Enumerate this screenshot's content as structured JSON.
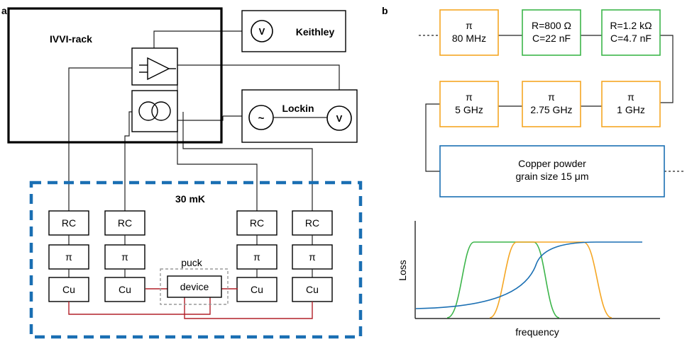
{
  "panel_a": {
    "label": "a",
    "rack_label": "IVVI-rack",
    "keithley": {
      "symbol": "V",
      "label": "Keithley"
    },
    "lockin": {
      "source_symbol": "~",
      "label": "Lockin",
      "meter_symbol": "V"
    },
    "temperature_label": "30 mK",
    "filter_stages": [
      "RC",
      "π",
      "Cu"
    ],
    "puck_label": "puck",
    "device_label": "device",
    "colors": {
      "cold_stage": "#1a6fb3",
      "sample_wiring": "#b22028",
      "puck": "#999999"
    }
  },
  "panel_b": {
    "label": "b",
    "row1": [
      {
        "line1": "π",
        "line2": "80 MHz",
        "color": "#f5a623"
      },
      {
        "line1": "R=800 Ω",
        "line2": "C=22 nF",
        "color": "#3cb54a"
      },
      {
        "line1": "R=1.2 kΩ",
        "line2": "C=4.7 nF",
        "color": "#3cb54a"
      }
    ],
    "row2": [
      {
        "line1": "π",
        "line2": "5 GHz",
        "color": "#f5a623"
      },
      {
        "line1": "π",
        "line2": "2.75 GHz",
        "color": "#f5a623"
      },
      {
        "line1": "π",
        "line2": "1 GHz",
        "color": "#f5a623"
      }
    ],
    "copper": {
      "line1": "Copper powder",
      "line2": "grain size 15 μm",
      "color": "#1a6fb3"
    },
    "plot": {
      "ylabel": "Loss",
      "xlabel": "frequency"
    }
  }
}
